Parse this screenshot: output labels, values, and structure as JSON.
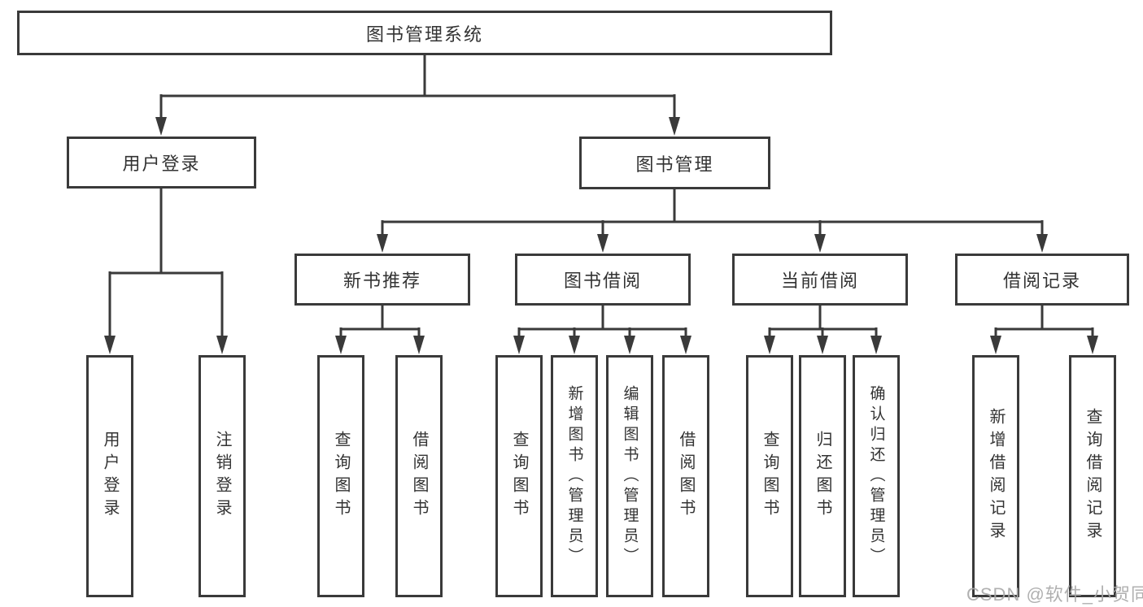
{
  "colors": {
    "line": "#3a3a3a",
    "text": "#333333",
    "background": "#ffffff",
    "watermark": "#a8a8a8"
  },
  "root": {
    "label": "图书管理系统"
  },
  "level2": {
    "user_login": {
      "label": "用户登录"
    },
    "book_mgmt": {
      "label": "图书管理"
    }
  },
  "level3": {
    "new_book_rec": {
      "label": "新书推荐"
    },
    "book_borrow": {
      "label": "图书借阅"
    },
    "current_borrow": {
      "label": "当前借阅"
    },
    "borrow_records": {
      "label": "借阅记录"
    }
  },
  "leaves": {
    "user_login": {
      "label": "用户登录"
    },
    "logout": {
      "label": "注销登录"
    },
    "nb_query_book": {
      "label": "查询图书"
    },
    "nb_borrow_book": {
      "label": "借阅图书"
    },
    "bb_query_book": {
      "label": "查询图书"
    },
    "bb_add_book": {
      "label": "新增图书（管理员）"
    },
    "bb_edit_book": {
      "label": "编辑图书（管理员）"
    },
    "bb_borrow_book": {
      "label": "借阅图书"
    },
    "cb_query_book": {
      "label": "查询图书"
    },
    "cb_return_book": {
      "label": "归还图书"
    },
    "cb_confirm_return": {
      "label": "确认归还（管理员）"
    },
    "br_add_record": {
      "label": "新增借阅记录"
    },
    "br_query_record": {
      "label": "查询借阅记录"
    }
  },
  "watermark": {
    "text": "CSDN @软件_小贺同学"
  }
}
